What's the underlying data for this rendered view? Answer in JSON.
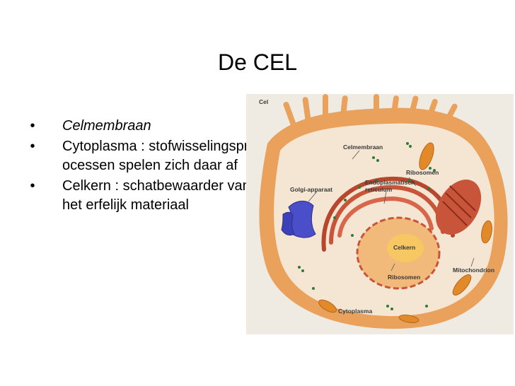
{
  "slide": {
    "title": "De CEL",
    "bullets": [
      {
        "text": "Celmembraan",
        "italic": true
      },
      {
        "text": "Cytoplasma : stofwisselingsprocessen spelen zich daar af",
        "italic": false
      },
      {
        "text": "Celkern : schatbewaarder van het erfelijk materiaal",
        "italic": false
      }
    ],
    "bullet_glyph": "•"
  },
  "figure": {
    "corner_label": "Cel",
    "labels": {
      "celmembraan": "Celmembraan",
      "ribosomen_top": "Ribosomen",
      "golgi": "Golgi-apparaat",
      "er_line1": "Endoplasmatisch",
      "er_line2": "reticulum",
      "celkern": "Celkern",
      "mitochondrion": "Mitochondrion",
      "ribosomen_bottom": "Ribosomen",
      "cytoplasma": "Cytoplasma"
    },
    "colors": {
      "membrane": "#e9a15b",
      "cytoplasm": "#f4e6d3",
      "golgi": "#4b4ec9",
      "er": "#c8553a",
      "nucleus": "#f1b97a",
      "nucleolus": "#f6c763",
      "mitochondria": "#e28a2a",
      "ribosome": "#2e7a35"
    }
  }
}
